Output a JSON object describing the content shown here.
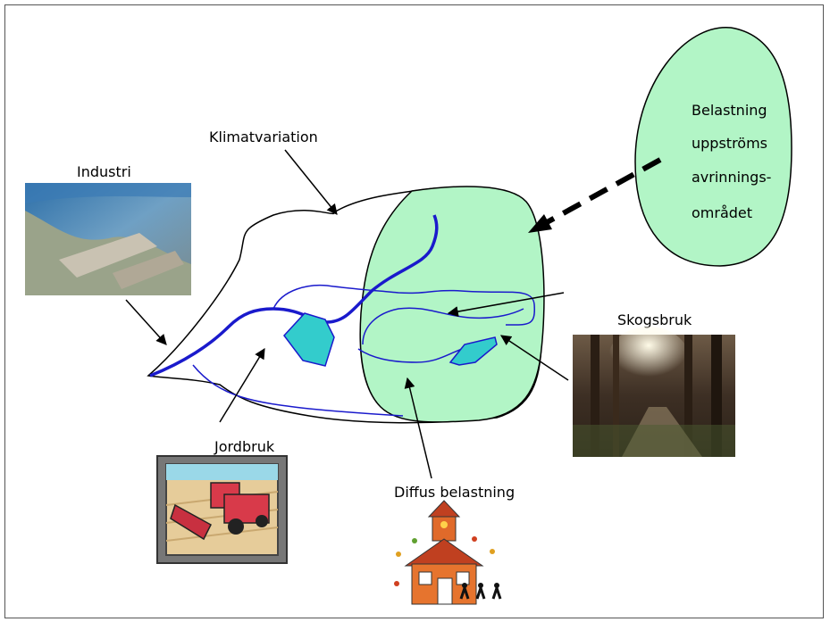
{
  "labels": {
    "klimatvariation": "Klimatvariation",
    "industri": "Industri",
    "jordbruk": "Jordbruk",
    "diffus": "Diffus belastning",
    "skogsbruk": "Skogsbruk",
    "upstream_lines": [
      "Belastning",
      "uppströms",
      "avrinnings-",
      "området"
    ]
  },
  "colors": {
    "catchment_fill": "#b2f5c6",
    "lake_fill": "#33cccc",
    "river": "#1a1acc",
    "outline": "#000000"
  },
  "icons": {
    "industri": "aerial-photo-industry-icon",
    "jordbruk": "tractor-clipart-icon",
    "diffus": "schoolhouse-clipart-icon",
    "skogsbruk": "forest-photo-icon"
  }
}
